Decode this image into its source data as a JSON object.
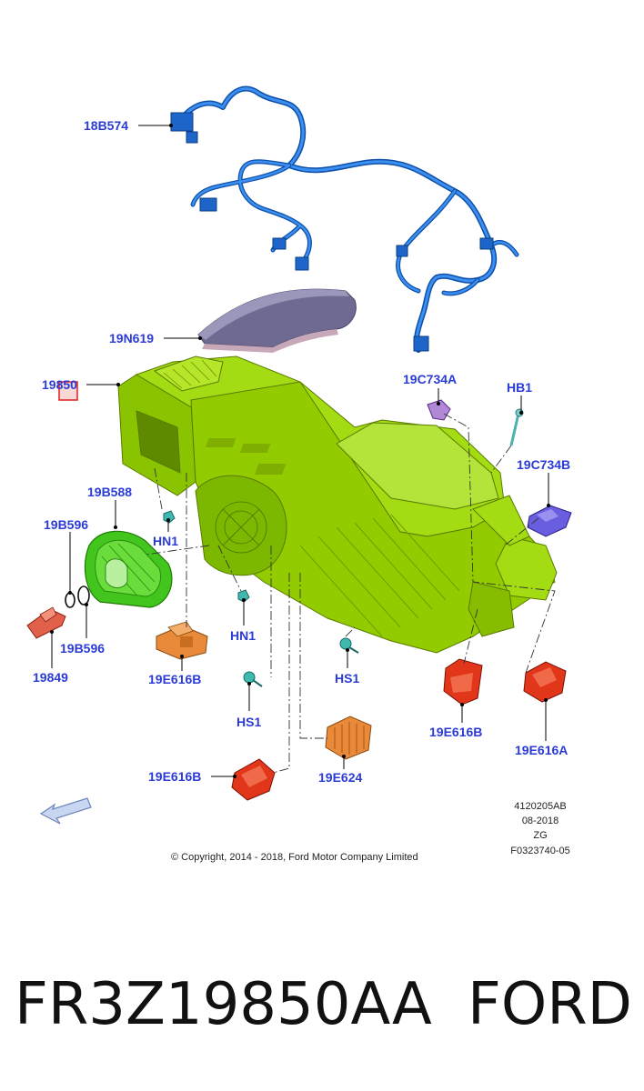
{
  "callouts": {
    "c18B574": "18B574",
    "c19N619": "19N619",
    "c19850": "19850",
    "c19C734A": "19C734A",
    "cHB1": "HB1",
    "c19C734B": "19C734B",
    "c19B588": "19B588",
    "c19B596a": "19B596",
    "c19B596b": "19B596",
    "c19849": "19849",
    "cHN1a": "HN1",
    "cHN1b": "HN1",
    "c19E616Ba": "19E616B",
    "cHS1a": "HS1",
    "cHS1b": "HS1",
    "c19E616Bb": "19E616B",
    "c19E616A": "19E616A",
    "c19E616Bc": "19E616B",
    "c19E624": "19E624"
  },
  "meta": {
    "ref1": "4120205AB",
    "ref2": "08-2018",
    "ref3": "ZG",
    "ref4": "F0323740-05",
    "copyright": "© Copyright, 2014 - 2018, Ford Motor Company Limited"
  },
  "footer": {
    "part_number": "FR3Z19850AA",
    "brand": "FORD"
  },
  "colors": {
    "callout": "#2b3bd6",
    "housing": "#9bd400",
    "harness": "#1e6fd9",
    "actuator": "#e2361a",
    "filter": "#42c51c",
    "highlight": "#e02020"
  }
}
